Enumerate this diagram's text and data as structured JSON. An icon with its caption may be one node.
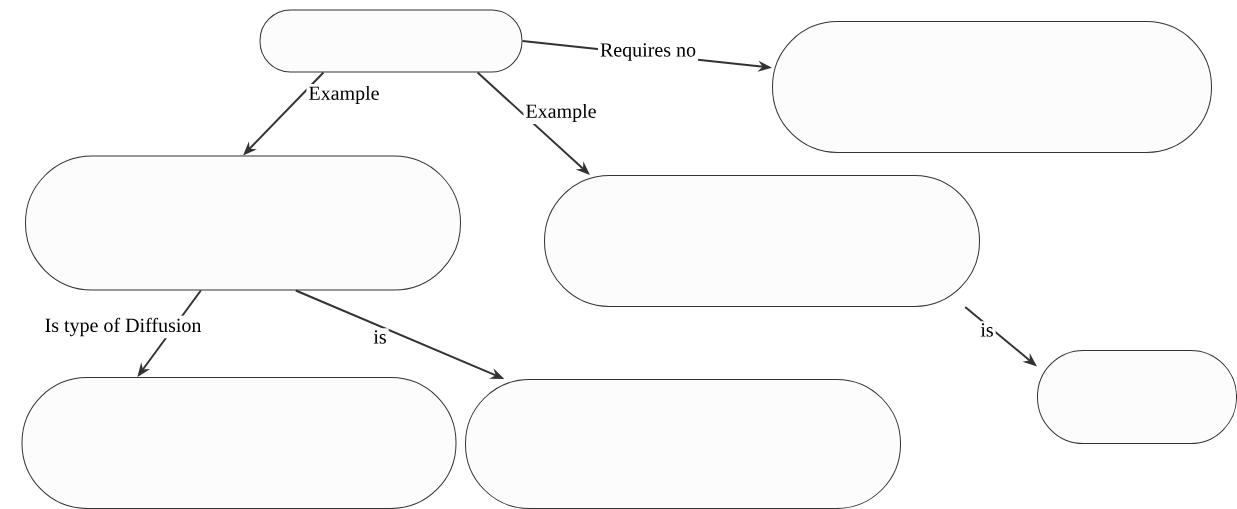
{
  "diagram": {
    "nodes": [
      {
        "text": [],
        "shape": "box"
      },
      {
        "text": [],
        "shape": "box"
      },
      {
        "text": [],
        "shape": "box"
      },
      {
        "text": [],
        "shape": "box"
      },
      {
        "text": [],
        "shape": "box"
      },
      {
        "text": [],
        "shape": "box"
      },
      {
        "text": [],
        "shape": "box"
      }
    ],
    "edges": [
      {
        "from": 0,
        "to": 1,
        "arrow": "to",
        "label": "Requires no"
      },
      {
        "from": 0,
        "to": 2,
        "arrow": "to",
        "label": "Example"
      },
      {
        "from": 0,
        "to": 3,
        "arrow": "to",
        "label": "Example"
      },
      {
        "from": 2,
        "to": 4,
        "arrow": "to",
        "label": "Is type of Diffusion"
      },
      {
        "from": 2,
        "to": 5,
        "arrow": "to",
        "label": "is"
      },
      {
        "from": 3,
        "to": 6,
        "arrow": "to",
        "label": "is"
      }
    ]
  }
}
